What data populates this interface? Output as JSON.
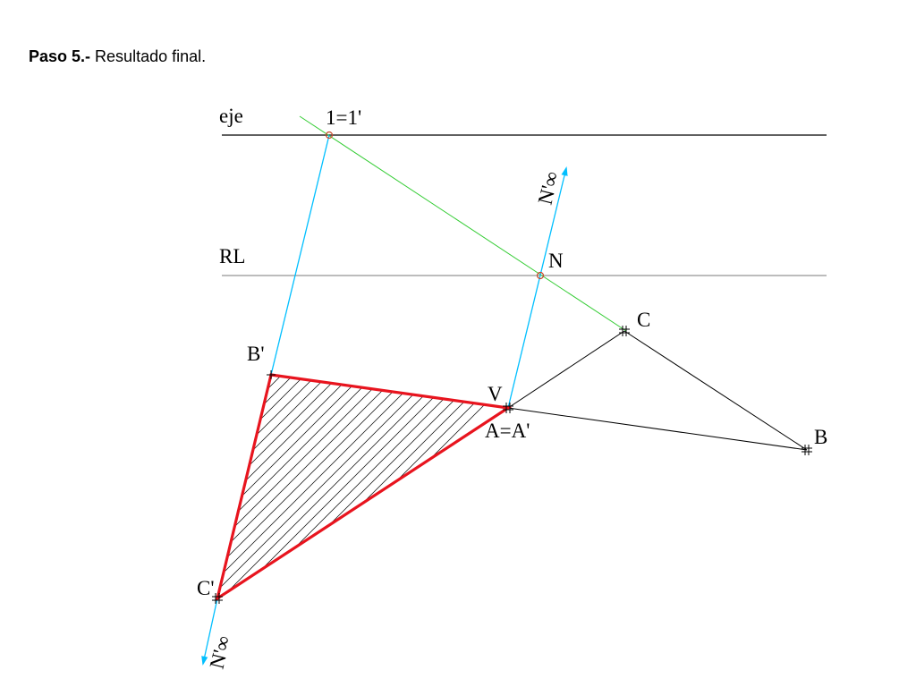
{
  "heading": {
    "step": "Paso 5.-",
    "text": "Resultado final."
  },
  "labels": {
    "eje": "eje",
    "rl": "RL",
    "point_1": "1=1'",
    "point_n": "N",
    "point_c": "C",
    "point_b": "B",
    "point_b_prime": "B'",
    "point_v": "V",
    "point_a": "A=A'",
    "point_c_prime": "C'",
    "n_infinity_top": "N'∞",
    "n_infinity_bottom": "N'∞"
  },
  "colors": {
    "axis_lines": "#000000",
    "projection_rays": "#00bfff",
    "green_line": "#33cc33",
    "triangle_outline": "#e8141e",
    "original_triangle": "#000000",
    "point_markers": "#c84a2a",
    "hatch": "#000000"
  }
}
